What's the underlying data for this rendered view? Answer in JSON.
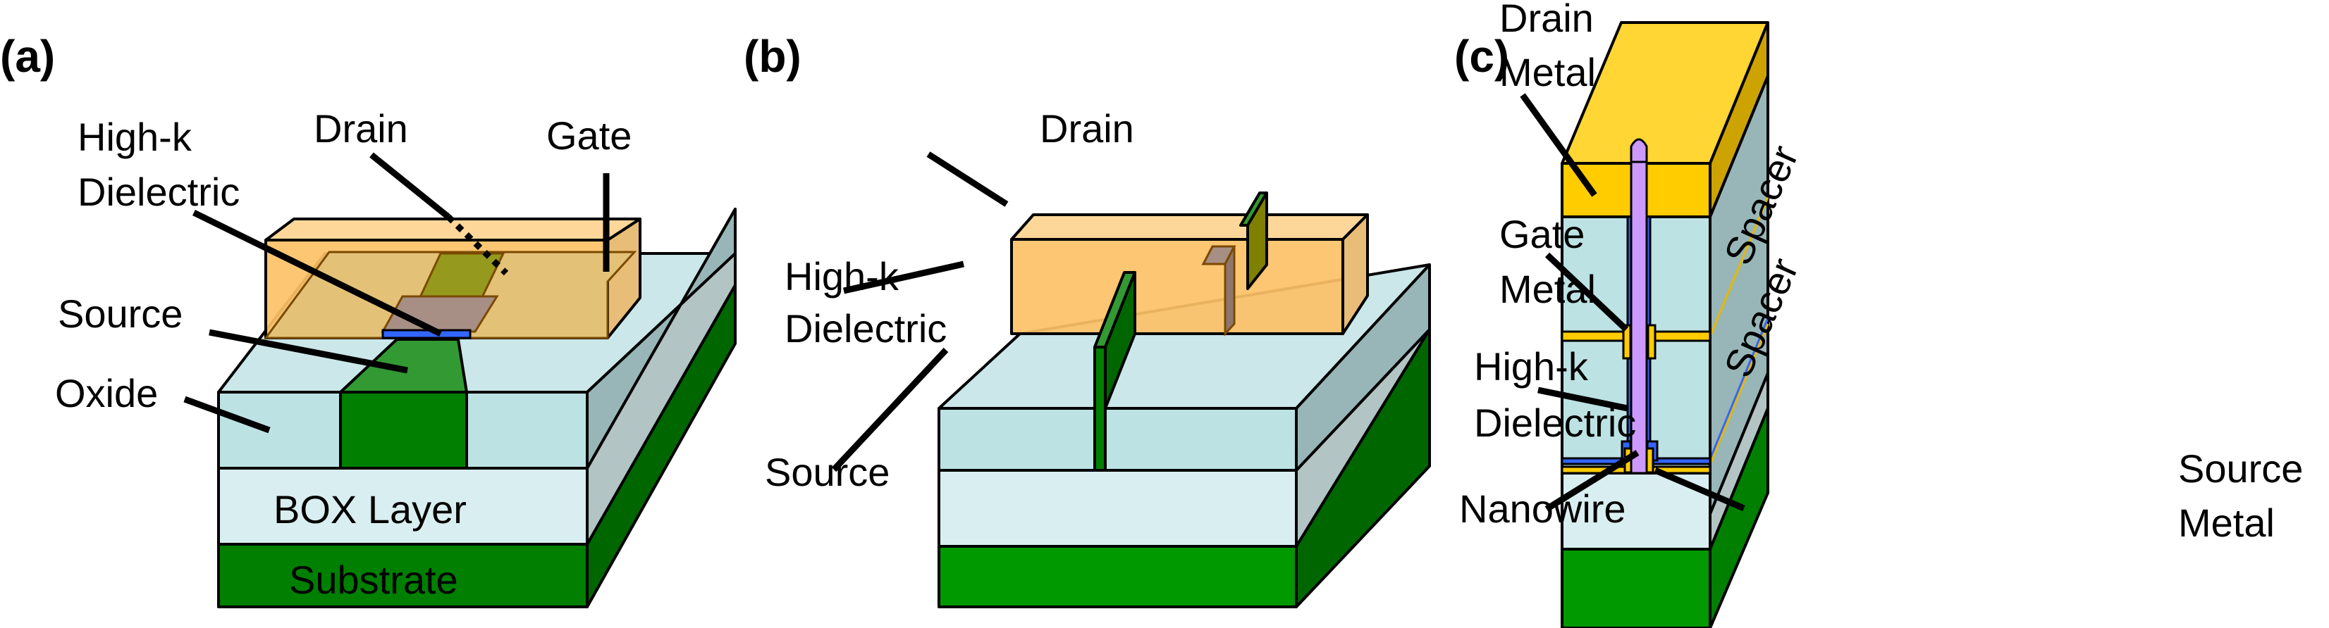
{
  "figure": {
    "panels": [
      {
        "id": "a",
        "label": "(a)",
        "annotations": {
          "high_k_line1": "High-k",
          "high_k_line2": "Dielectric",
          "drain": "Drain",
          "gate": "Gate",
          "source": "Source",
          "oxide": "Oxide",
          "box_layer": "BOX Layer",
          "substrate": "Substrate"
        }
      },
      {
        "id": "b",
        "label": "(b)",
        "annotations": {
          "drain": "Drain",
          "high_k_line1": "High-k",
          "high_k_line2": "Dielectric",
          "source": "Source"
        }
      },
      {
        "id": "c",
        "label": "(c)",
        "annotations": {
          "drain_metal_line1": "Drain",
          "drain_metal_line2": "Metal",
          "gate_metal_line1": "Gate",
          "gate_metal_line2": "Metal",
          "high_k_line1": "High-k",
          "high_k_line2": "Dielectric",
          "nanowire": "Nanowire",
          "spacer_upper": "Spacer",
          "spacer_lower": "Spacer",
          "source_metal_line1": "Source",
          "source_metal_line2": "Metal"
        }
      }
    ],
    "colors": {
      "oxide_front": "#bde2e4",
      "oxide_top": "#cbe7e9",
      "oxide_side": "#98b6b8",
      "box_front": "#d9eef0",
      "box_side": "#b3c4c4",
      "substrate_front": "#007f00",
      "substrate_front_b": "#009900",
      "substrate_side": "#006600",
      "channel_front": "#007f00",
      "channel_top": "#339933",
      "gate_fill": "#fdc166",
      "drain_overlay": "#95991d",
      "high_k_fill": "#a88f85",
      "dielectric_blue": "#3366ff",
      "nanowire": "#cc99ff",
      "drain_metal_front": "#ffcc00",
      "drain_metal_top": "#ffd633",
      "drain_metal_side": "#cca300"
    }
  }
}
